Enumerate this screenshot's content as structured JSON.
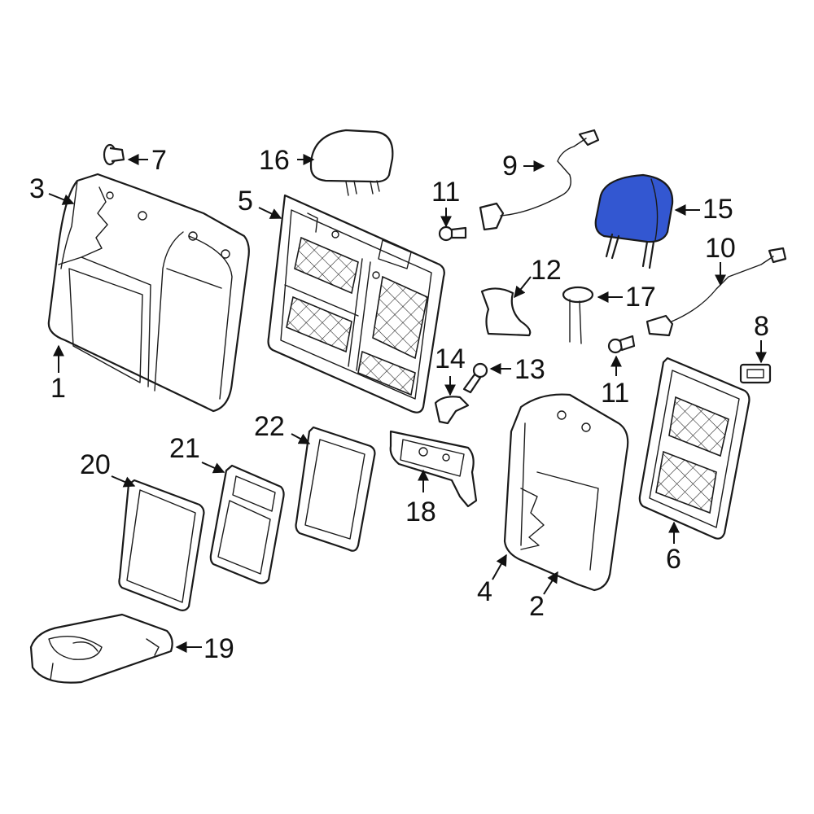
{
  "diagram": {
    "labels": {
      "p1": "1",
      "p2": "2",
      "p3": "3",
      "p4": "4",
      "p5": "5",
      "p6": "6",
      "p7": "7",
      "p8": "8",
      "p9": "9",
      "p10": "10",
      "p11a": "11",
      "p11b": "11",
      "p12": "12",
      "p13": "13",
      "p14": "14",
      "p15": "15",
      "p16": "16",
      "p17": "17",
      "p18": "18",
      "p19": "19",
      "p20": "20",
      "p21": "21",
      "p22": "22"
    },
    "colors": {
      "highlight": "#3357d1",
      "line": "#1a1a1a",
      "background": "#ffffff"
    }
  }
}
